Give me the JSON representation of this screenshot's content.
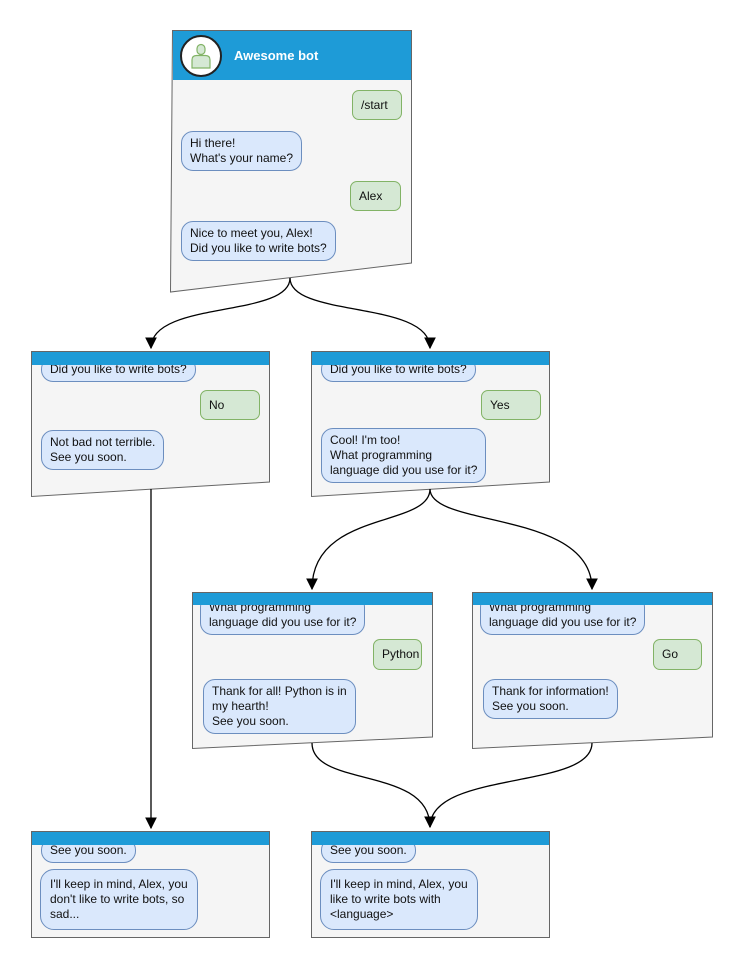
{
  "colors": {
    "header_blue": "#1e9bd7",
    "window_fill": "#f5f5f5",
    "window_border": "#666666",
    "bot_fill": "#dae8fc",
    "bot_border": "#6c8ebf",
    "user_fill": "#d5e8d4",
    "user_border": "#82b366",
    "arrow": "#000000"
  },
  "windows": {
    "main": {
      "title": "Awesome bot",
      "messages": {
        "start": "/start",
        "greeting": "Hi there!\nWhat's your name?",
        "name_reply": "Alex",
        "ask": "Nice to meet you, Alex!\nDid you like to write bots?"
      }
    },
    "no_branch": {
      "question": "Did you like to write bots?",
      "answer": "No",
      "reply": "Not bad not terrible.\nSee you soon."
    },
    "yes_branch": {
      "question": "Did you like to write bots?",
      "answer": "Yes",
      "reply": "Cool! I'm too!\nWhat programming\nlanguage did you use for it?"
    },
    "python_branch": {
      "question": "What programming\nlanguage did you use for it?",
      "answer": "Python",
      "reply": "Thank for all! Python is in\nmy hearth!\nSee you soon."
    },
    "go_branch": {
      "question": "What programming\nlanguage did you use for it?",
      "answer": "Go",
      "reply": "Thank for information!\nSee you soon."
    },
    "end_no": {
      "question": "See you soon.",
      "reply": "I'll keep in mind, Alex, you\ndon't like to write bots, so\nsad..."
    },
    "end_yes": {
      "question": "See you soon.",
      "reply": "I'll keep in mind, Alex, you\nlike to write bots with\n<language>"
    }
  }
}
